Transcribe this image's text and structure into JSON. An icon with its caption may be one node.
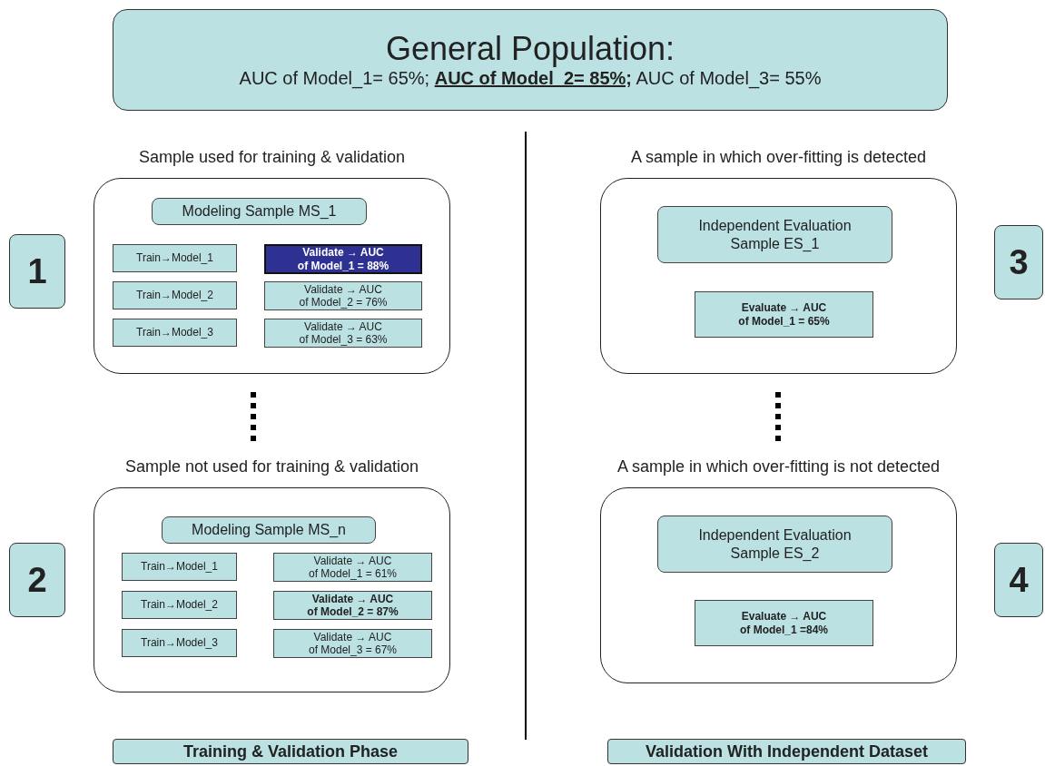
{
  "diagram": {
    "nodes": [
      {
        "text": [
          "General Population:",
          "AUC of Model_1= 65%; **AUC of Model_2= 85%;** AUC of Model_3= 55%"
        ]
      },
      {
        "text": [
          "Sample used for training & validation"
        ]
      },
      {
        "text": [
          "Modeling Sample MS_1"
        ],
        "in": 1
      },
      {
        "text": [
          "Train→Model_1"
        ],
        "in": 1
      },
      {
        "text": [
          "Validate → AUC of Model_1 = 88%"
        ],
        "in": 1
      },
      {
        "text": [
          "Train→Model_2"
        ],
        "in": 1
      },
      {
        "text": [
          "Validate → AUC of Model_2 = 76%"
        ],
        "in": 1
      },
      {
        "text": [
          "Train→Model_3"
        ],
        "in": 1
      },
      {
        "text": [
          "Validate → AUC of Model_3 = 63%"
        ],
        "in": 1
      },
      {
        "text": [
          "1"
        ]
      },
      {
        "text": [
          "A sample in which over-fitting is detected"
        ]
      },
      {
        "text": [
          "Independent Evaluation Sample ES_1"
        ],
        "in": 10
      },
      {
        "text": [
          "Evaluate → AUC of Model_1 = 65%"
        ],
        "in": 10
      },
      {
        "text": [
          "3"
        ]
      },
      {
        "text": [
          "Sample not used for training & validation"
        ]
      },
      {
        "text": [
          "Modeling Sample MS_n"
        ],
        "in": 14
      },
      {
        "text": [
          "Train→Model_1"
        ],
        "in": 14
      },
      {
        "text": [
          "Validate → AUC of Model_1 = 61%"
        ],
        "in": 14
      },
      {
        "text": [
          "Train→Model_2"
        ],
        "in": 14
      },
      {
        "text": [
          "Validate → AUC of Model_2 = 87%"
        ],
        "in": 14
      },
      {
        "text": [
          "Train→Model_3"
        ],
        "in": 14
      },
      {
        "text": [
          "Validate → AUC of Model_3 = 67%"
        ],
        "in": 14
      },
      {
        "text": [
          "2"
        ]
      },
      {
        "text": [
          "A sample in which over-fitting is not detected"
        ]
      },
      {
        "text": [
          "Independent Evaluation Sample ES_2"
        ],
        "in": 23
      },
      {
        "text": [
          "Evaluate → AUC of Model_1 =84%"
        ],
        "in": 23
      },
      {
        "text": [
          "4"
        ]
      },
      {
        "text": [
          "Training & Validation Phase"
        ]
      },
      {
        "text": [
          "Validation With Independent Dataset"
        ]
      }
    ]
  }
}
